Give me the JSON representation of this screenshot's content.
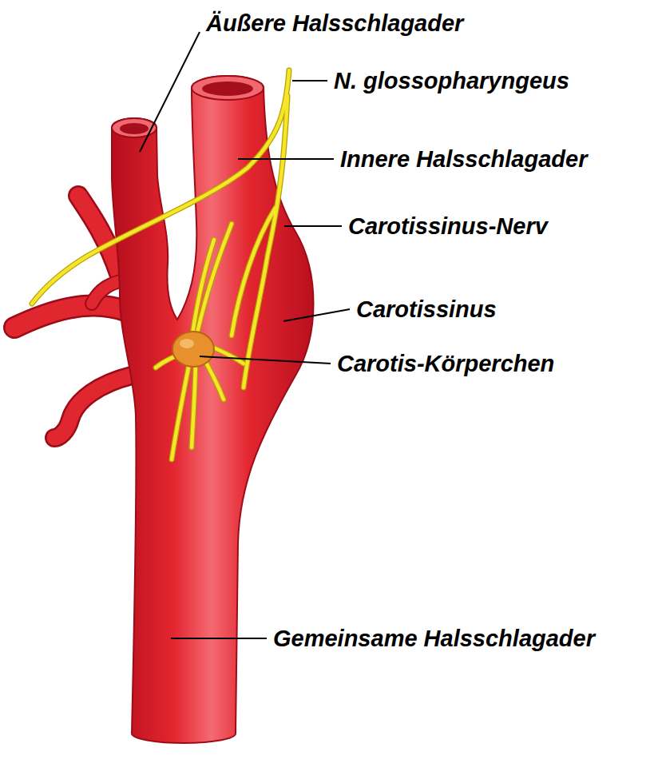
{
  "diagram": {
    "labels": [
      "Äußere Halsschlagader",
      "N. glossopharyngeus",
      "Innere Halsschlagader",
      "Carotissinus-Nerv",
      "Carotissinus",
      "Carotis-Körperchen",
      "Gemeinsame Halsschlagader"
    ]
  }
}
